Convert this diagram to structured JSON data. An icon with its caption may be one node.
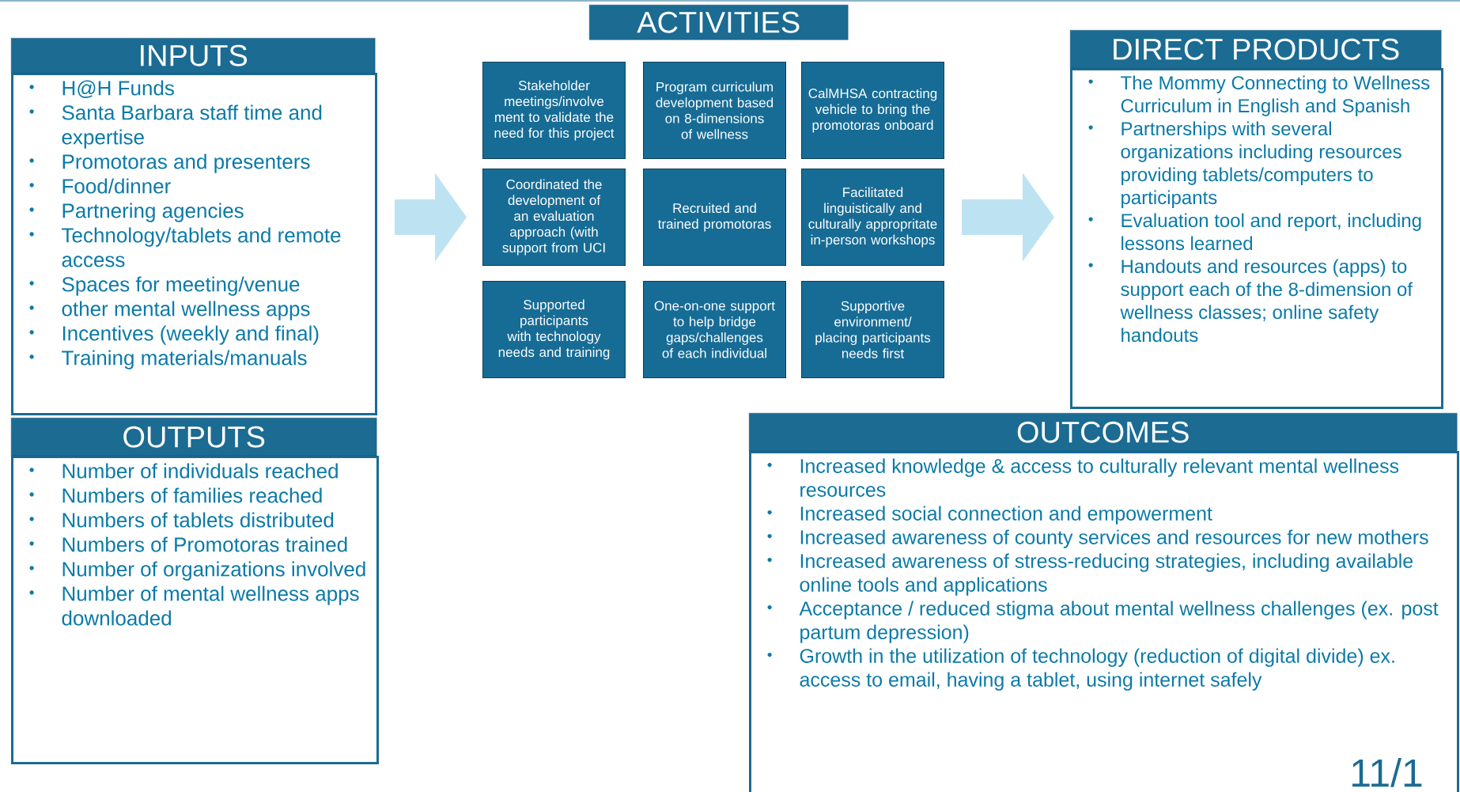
{
  "diagram": {
    "nodes": [
      {
        "text": [
          "INPUTS",
          "H@H Funds",
          "Santa Barbara staff time and expertise",
          "Promotoras and presenters",
          "Food/dinner",
          "Partnering agencies",
          "Technology/tablets and remote access",
          "Spaces for meeting/venue",
          "other mental wellness apps",
          "Incentives (weekly and final)",
          "Training materials/manuals"
        ]
      },
      {
        "text": [
          "OUTPUTS",
          "Number of individuals reached",
          "Numbers of families reached",
          "Numbers of tablets distributed",
          "Numbers of Promotoras trained",
          "Number of organizations involved",
          "Number of mental wellness apps downloaded"
        ]
      },
      {
        "text": [
          "ACTIVITIES"
        ]
      },
      {
        "text": [
          "Stakeholder meetings/involve ment to validate the need for this project"
        ]
      },
      {
        "text": [
          "Program curriculum development based on 8-dimensions of wellness"
        ]
      },
      {
        "text": [
          "CalMHSA contracting vehicle to bring the promotoras onboard"
        ]
      },
      {
        "text": [
          "Coordinated the development of an evaluation approach (with support from UCI"
        ]
      },
      {
        "text": [
          "Recruited and trained promotoras"
        ]
      },
      {
        "text": [
          "Facilitated linguistically and culturally appropritate in-person workshops"
        ]
      },
      {
        "text": [
          "Supported participants with technology needs and training"
        ]
      },
      {
        "text": [
          "One-on-one support to help bridge gaps/challenges of each individual"
        ]
      },
      {
        "text": [
          "Supportive environment/ placing participants needs first"
        ]
      },
      {
        "text": [
          "DIRECT PRODUCTS",
          "The Mommy Connecting to Wellness Curriculum in English and Spanish",
          "Partnerships with several organizations including resources providing tablets/computers to participants",
          "Evaluation tool and report, including lessons learned",
          "Handouts and resources (apps) to support each of the 8-dimension of wellness classes; online safety handouts"
        ]
      },
      {
        "text": [
          "OUTCOMES",
          "Increased knowledge & access to culturally relevant mental wellness resources",
          "Increased social connection and empowerment",
          "Increased awareness of county services and resources for new mothers",
          "Increased awareness of stress-reducing strategies, including available online tools and applications",
          "Acceptance / reduced stigma about mental wellness challenges (ex. post partum depression)",
          "Growth in the utilization of technology (reduction of digital divide) ex. access to email, having a tablet, using internet safely"
        ]
      }
    ],
    "edges": [
      {
        "from": 0,
        "to": 6,
        "arrow": "to"
      },
      {
        "from": 8,
        "to": 12,
        "arrow": "to"
      }
    ],
    "labels": [
      "11/1"
    ]
  }
}
